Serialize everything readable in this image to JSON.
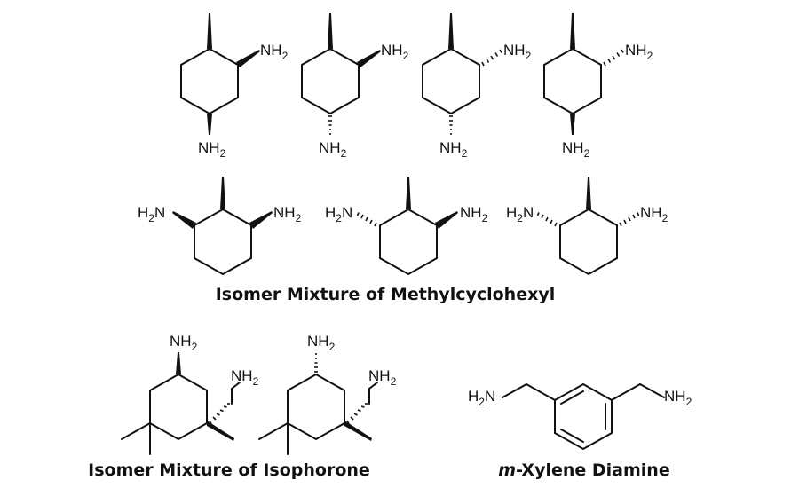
{
  "groups": [
    {
      "caption": "Isomer Mixture of Methylcyclohexyl"
    },
    {
      "caption": "Isomer Mixture of Isophorone"
    },
    {
      "caption_prefix": "m",
      "caption_rest": "-Xylene Diamine"
    }
  ],
  "substituent": {
    "nh2": "NH",
    "h2n": "H",
    "n": "N",
    "sub": "2"
  },
  "colors": {
    "ink": "#111111",
    "background": "#ffffff"
  },
  "icons": [
    "wedge-bond-icon",
    "hash-bond-icon",
    "benzene-ring-icon",
    "cyclohexane-ring-icon"
  ]
}
